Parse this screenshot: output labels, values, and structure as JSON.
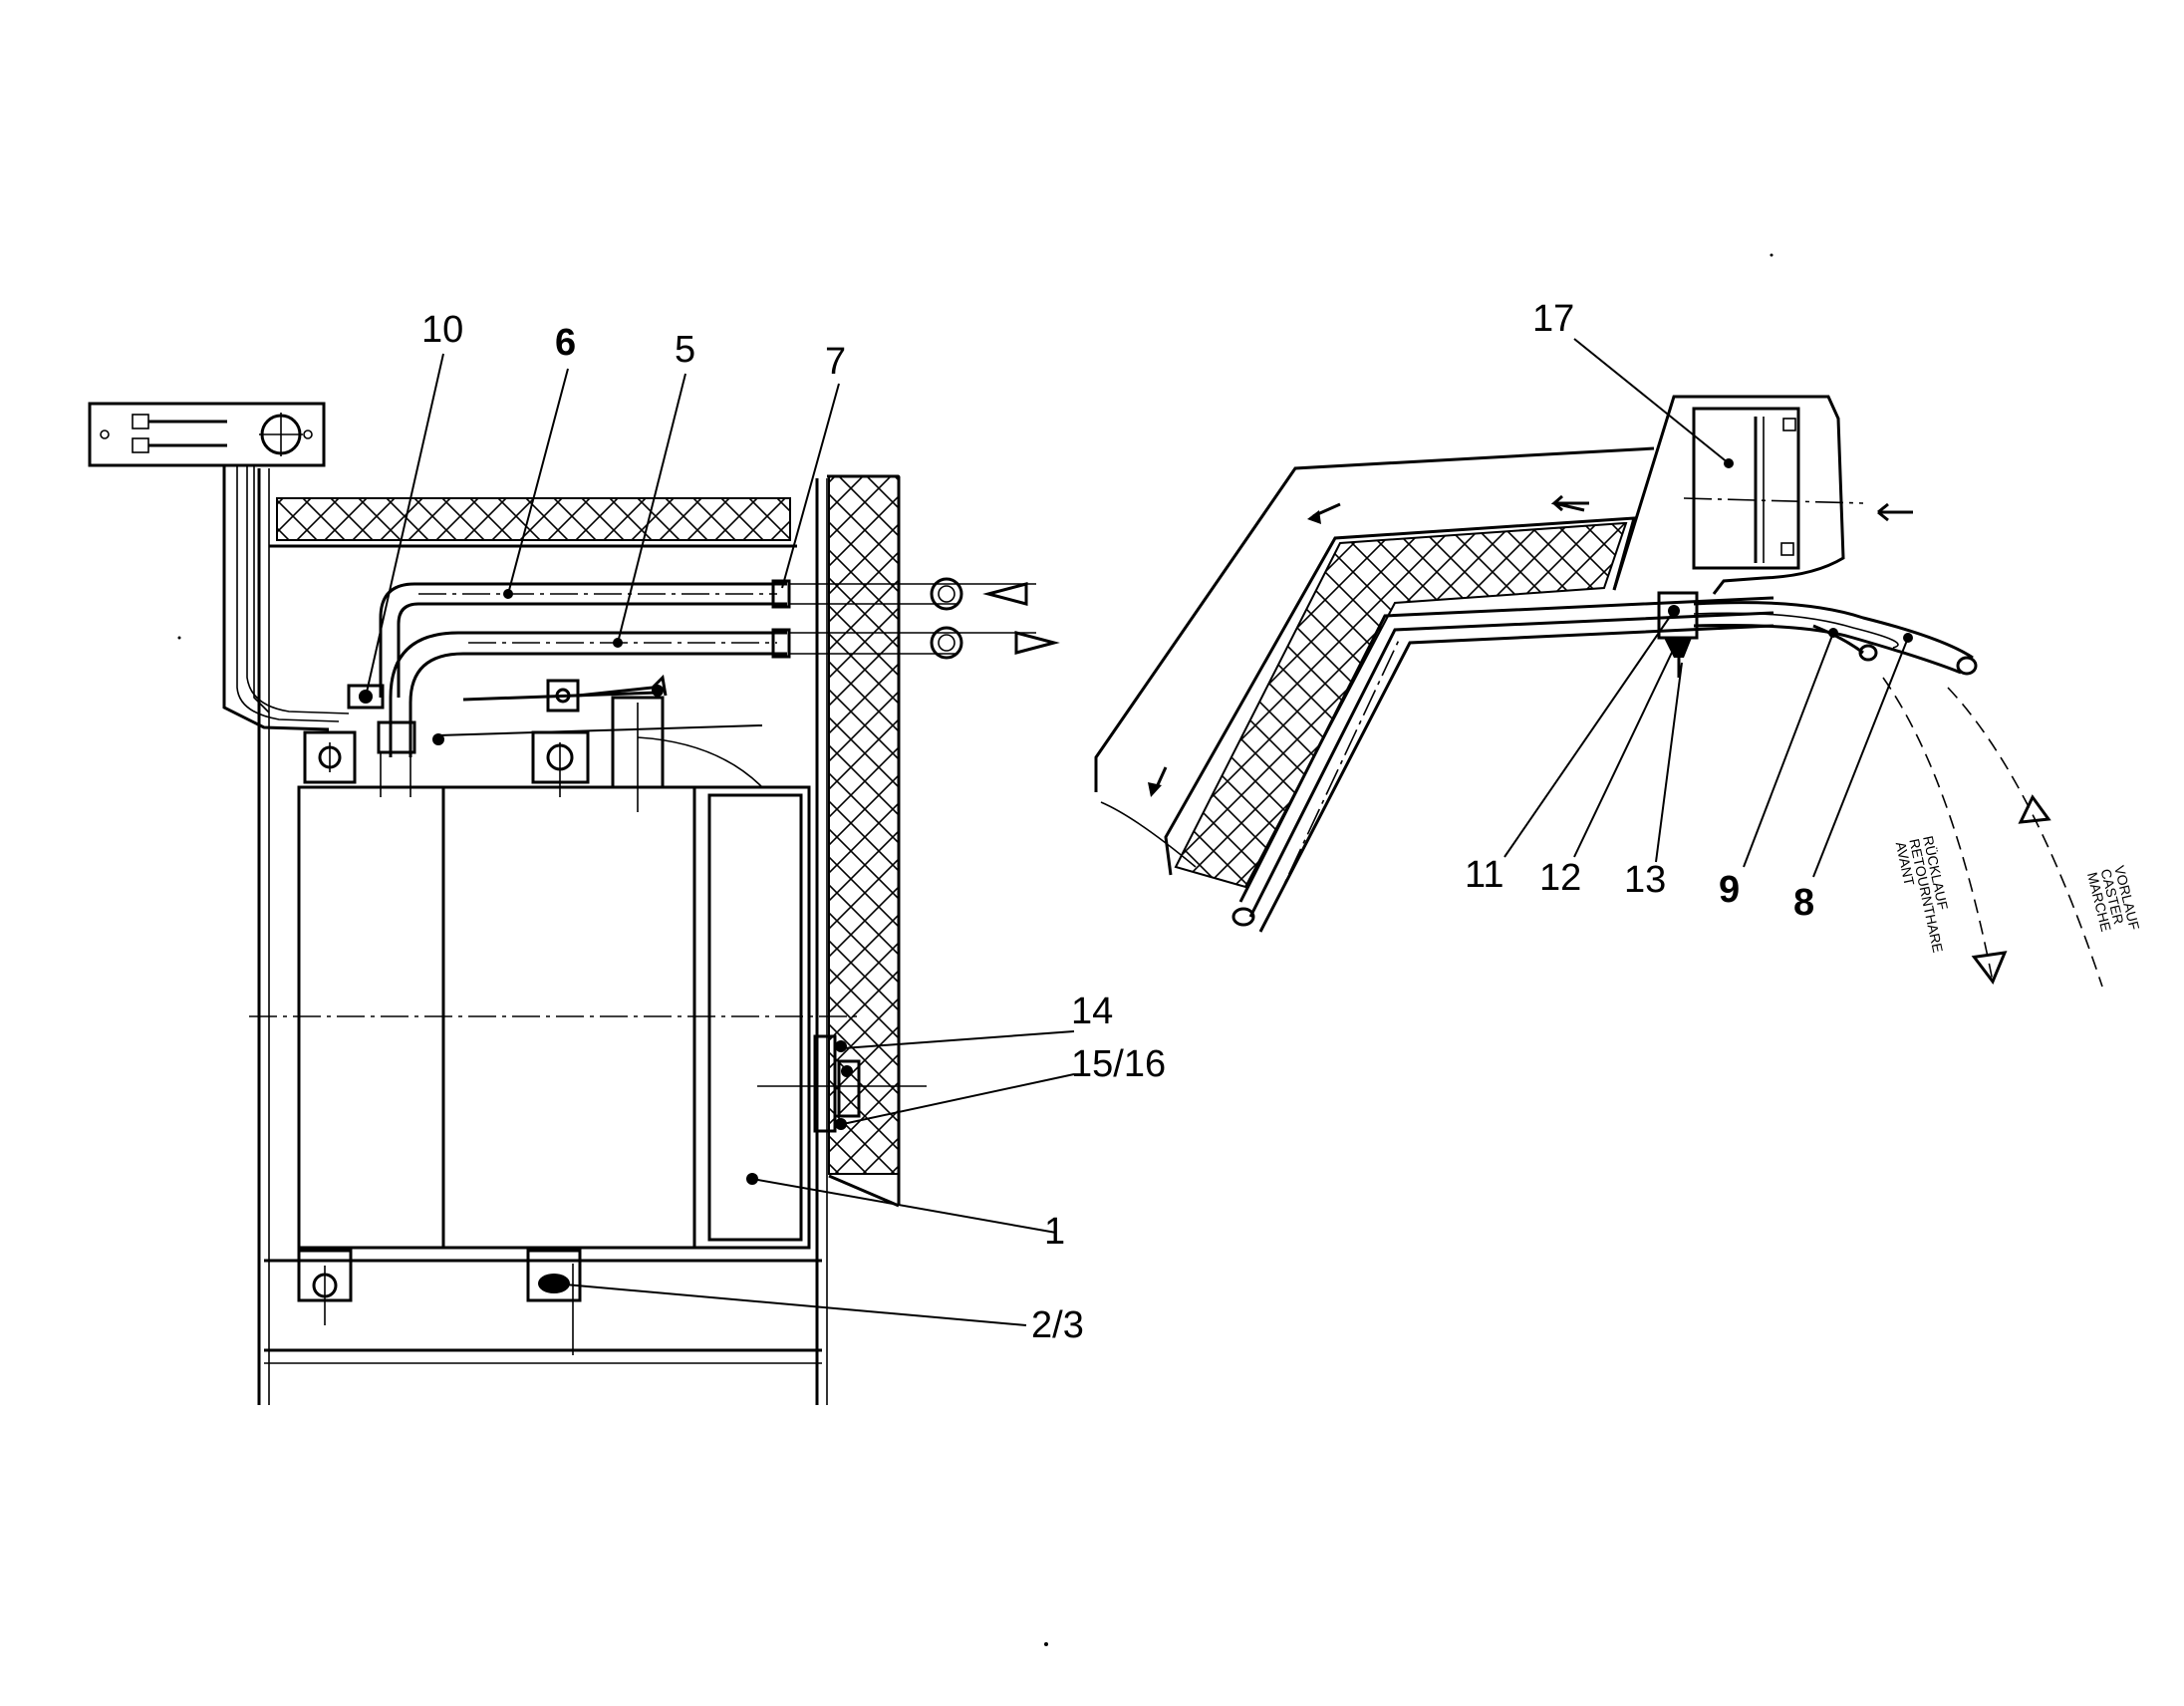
{
  "callouts": {
    "c10": "10",
    "c6": "6",
    "c5": "5",
    "c7": "7",
    "c14": "14",
    "c15_16": "15/16",
    "c1": "1",
    "c2_3": "2/3",
    "c17": "17",
    "c11": "11",
    "c12": "12",
    "c13": "13",
    "c9": "9",
    "c8": "8"
  },
  "flow_labels": {
    "return_line1": "RÜCKLAUF",
    "return_line2": "RETOURNTHARE",
    "return_line3": "AVANT",
    "supply_line1": "VORLAUF",
    "supply_line2": "CASTER",
    "supply_line3": "MARCHE"
  },
  "colors": {
    "ink": "#000000",
    "background": "#ffffff"
  }
}
